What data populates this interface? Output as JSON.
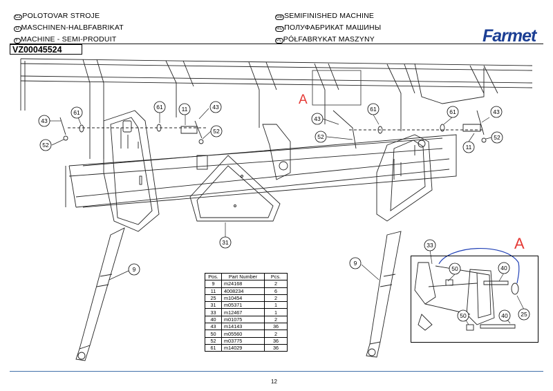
{
  "header": {
    "left": [
      {
        "code": "CZ",
        "text": "POLOTOVAR STROJE"
      },
      {
        "code": "D",
        "text": "MASCHINEN-HALBFABRIKAT"
      },
      {
        "code": "F",
        "text": "MACHINE - SEMI-PRODUIT"
      }
    ],
    "right": [
      {
        "code": "GB",
        "text": "SEMIFINISHED MACHINE"
      },
      {
        "code": "RU",
        "text": "ПОЛУФАБРИКАТ МАШИНЫ"
      },
      {
        "code": "PL",
        "text": "PÓŁFABRYKAT MASZYNY"
      }
    ],
    "drawing_code": "VZ00045524",
    "logo": "Farmet"
  },
  "detail_label": "A",
  "callouts": {
    "c43": "43",
    "c61": "61",
    "c52": "52",
    "c11": "11",
    "c31": "31",
    "c9": "9",
    "c33": "33",
    "c50": "50",
    "c40": "40",
    "c25": "25"
  },
  "parts_table": {
    "headers": [
      "Pos.",
      "Part Number",
      "Pcs."
    ],
    "rows": [
      [
        "9",
        "m24168",
        "2"
      ],
      [
        "11",
        "4008234",
        "6"
      ],
      [
        "25",
        "m10454",
        "2"
      ],
      [
        "31",
        "m05371",
        "1"
      ],
      [
        "33",
        "m12467",
        "1"
      ],
      [
        "40",
        "m01075",
        "2"
      ],
      [
        "43",
        "m14143",
        "36"
      ],
      [
        "50",
        "m05560",
        "2"
      ],
      [
        "52",
        "m03775",
        "36"
      ],
      [
        "61",
        "m14029",
        "36"
      ]
    ]
  },
  "page_number": "12",
  "colors": {
    "accent_red": "#e53935",
    "logo_blue": "#1c3f94",
    "detail_arc": "#1f3fb5"
  }
}
